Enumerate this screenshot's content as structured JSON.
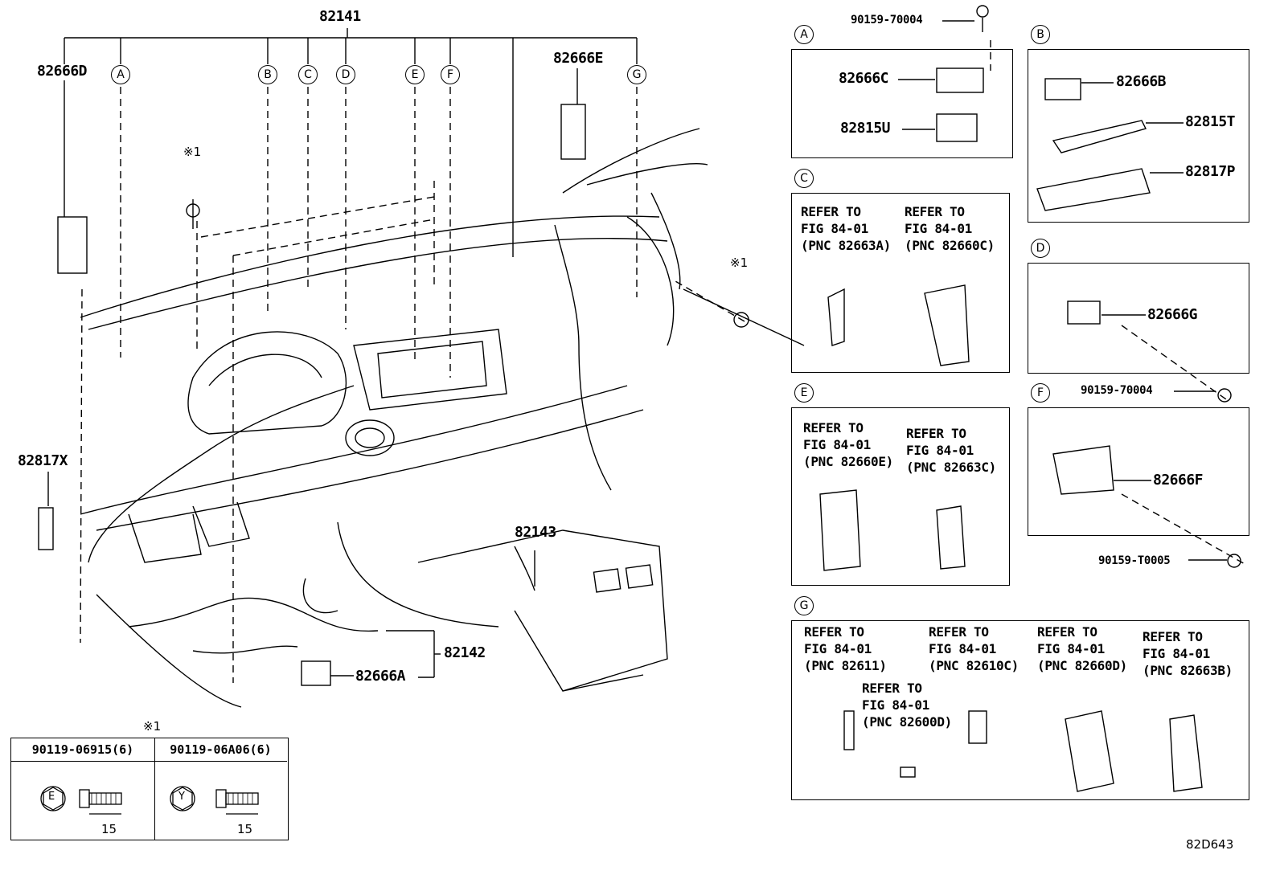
{
  "main": {
    "harness_main": "82141",
    "part_82666D": "82666D",
    "part_82666E": "82666E",
    "part_82817X": "82817X",
    "part_82143": "82143",
    "part_82142": "82142",
    "part_82666A": "82666A",
    "note_mark": "※1",
    "callouts": [
      "A",
      "B",
      "C",
      "D",
      "E",
      "F",
      "G"
    ]
  },
  "panel_A": {
    "letter": "A",
    "screw": "90159-70004",
    "part1": "82666C",
    "part2": "82815U"
  },
  "panel_B": {
    "letter": "B",
    "part1": "82666B",
    "part2": "82815T",
    "part3": "82817P"
  },
  "panel_C": {
    "letter": "C",
    "ref1": "REFER TO\nFIG 84-01\n(PNC 82663A)",
    "ref2": "REFER TO\nFIG 84-01\n(PNC 82660C)"
  },
  "panel_D": {
    "letter": "D",
    "part1": "82666G",
    "screw": "90159-70004"
  },
  "panel_E": {
    "letter": "E",
    "ref1": "REFER TO\nFIG 84-01\n(PNC 82660E)",
    "ref2": "REFER TO\nFIG 84-01\n(PNC 82663C)"
  },
  "panel_F": {
    "letter": "F",
    "part1": "82666F",
    "screw": "90159-T0005"
  },
  "panel_G": {
    "letter": "G",
    "ref1": "REFER TO\nFIG 84-01\n(PNC 82611)",
    "ref2": "REFER TO\nFIG 84-01\n(PNC 82610C)",
    "ref3": "REFER TO\nFIG 84-01\n(PNC 82660D)",
    "ref4": "REFER TO\nFIG 84-01\n(PNC 82663B)",
    "ref5": "REFER TO\nFIG 84-01\n(PNC 82600D)"
  },
  "bolt_table": {
    "mark": "※1",
    "col1_part": "90119-06915(6)",
    "col2_part": "90119-06A06(6)",
    "col1_head": "E",
    "col2_head": "Y",
    "col1_len": "15",
    "col2_len": "15"
  },
  "figure_id": "82D643"
}
